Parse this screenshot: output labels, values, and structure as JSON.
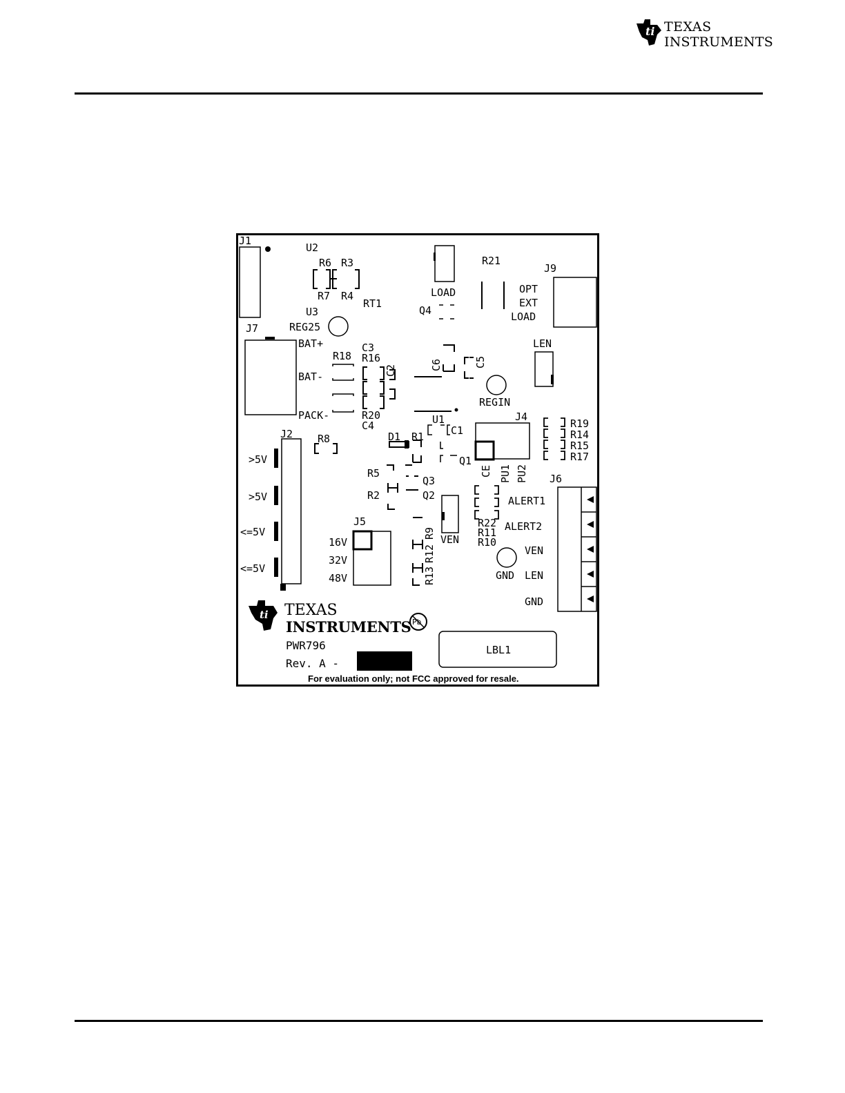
{
  "header": {
    "brand_line1": "TEXAS",
    "brand_line2": "INSTRUMENTS"
  },
  "board": {
    "silkscreen_labels": {
      "J1": "J1",
      "U2": "U2",
      "R6": "R6",
      "R3": "R3",
      "R7": "R7",
      "R4": "R4",
      "RT1": "RT1",
      "U3": "U3",
      "REG25": "REG25",
      "J7": "J7",
      "BAT_PLUS": "BAT+",
      "BAT_MINUS": "BAT-",
      "PACK_MINUS": "PACK-",
      "R18": "R18",
      "C3": "C3",
      "R16": "R16",
      "C2": "C2",
      "R20": "R20",
      "C4": "C4",
      "LOAD": "LOAD",
      "Q4": "Q4",
      "R21": "R21",
      "J9": "J9",
      "OPT": "OPT",
      "EXT": "EXT",
      "LOAD2": "LOAD",
      "C6": "C6",
      "C5": "C5",
      "LEN": "LEN",
      "REGIN": "REGIN",
      "U1": "U1",
      "C1": "C1",
      "J4": "J4",
      "R19": "R19",
      "R14": "R14",
      "R15": "R15",
      "R17": "R17",
      "J2": "J2",
      "R8": "R8",
      "D1": "D1",
      "R1": "R1",
      "Q1": "Q1",
      "CE": "CE",
      "PU1": "PU1",
      "PU2": "PU2",
      "J6": "J6",
      "GT5V_1": ">5V",
      "GT5V_2": ">5V",
      "LE5V_1": "<=5V",
      "LE5V_2": "<=5V",
      "R5": "R5",
      "Q3": "Q3",
      "R2": "R2",
      "Q2": "Q2",
      "ALERT1": "ALERT1",
      "ALERT2": "ALERT2",
      "J5": "J5",
      "V16": "16V",
      "V32": "32V",
      "V48": "48V",
      "R9": "R9",
      "R12": "R12",
      "R13": "R13",
      "VEN": "VEN",
      "R22": "R22",
      "R11": "R11",
      "R10": "R10",
      "GND": "GND",
      "VEN2": "VEN",
      "LEN2": "LEN",
      "GND2": "GND",
      "PB": "Pb"
    },
    "logo_line1": "TEXAS",
    "logo_line2": "INSTRUMENTS",
    "part_number": "PWR796",
    "revision": "Rev. A -",
    "label_box": "LBL1",
    "footnote": "For evaluation only; not FCC approved for resale."
  }
}
